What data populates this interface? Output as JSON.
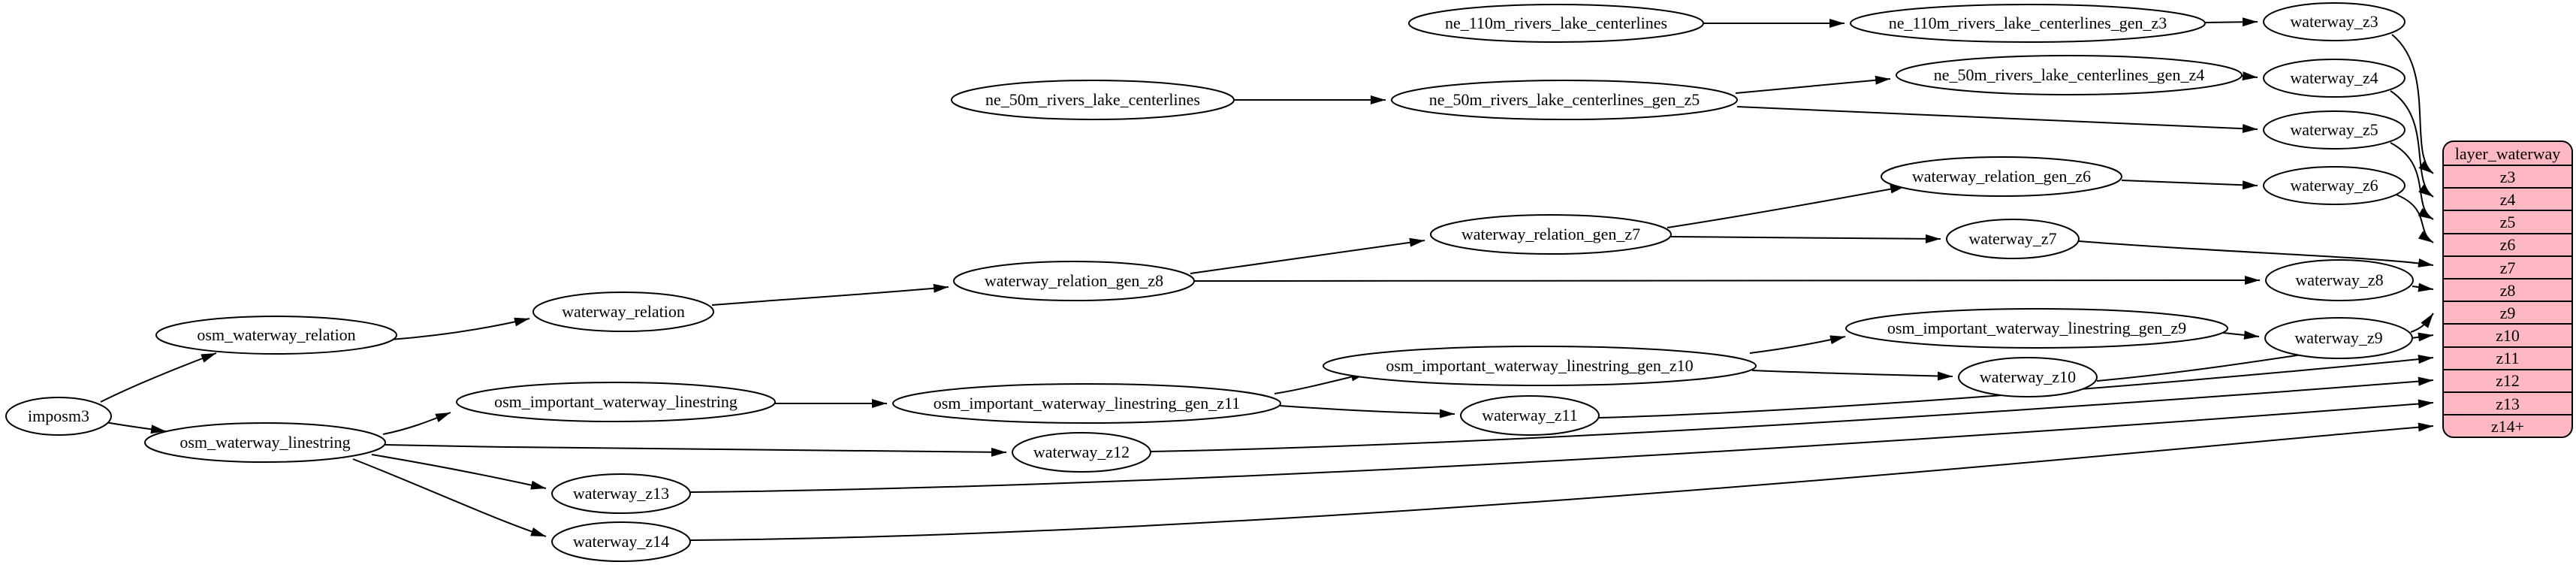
{
  "diagram": {
    "kind": "etl-dependency-graph",
    "background": "#ffffff"
  },
  "colors": {
    "node_fill": "#ffffff",
    "node_stroke": "#000000",
    "edge": "#000000",
    "table_fill": "#fdb8c4",
    "table_stroke": "#000000"
  },
  "nodes": {
    "imposm3": {
      "label": "imposm3"
    },
    "osm_waterway_relation": {
      "label": "osm_waterway_relation"
    },
    "osm_waterway_linestring": {
      "label": "osm_waterway_linestring"
    },
    "waterway_relation": {
      "label": "waterway_relation"
    },
    "osm_important_waterway_linestring": {
      "label": "osm_important_waterway_linestring"
    },
    "waterway_relation_gen_z8": {
      "label": "waterway_relation_gen_z8"
    },
    "waterway_relation_gen_z7": {
      "label": "waterway_relation_gen_z7"
    },
    "waterway_relation_gen_z6": {
      "label": "waterway_relation_gen_z6"
    },
    "osm_important_waterway_linestring_gen_z11": {
      "label": "osm_important_waterway_linestring_gen_z11"
    },
    "osm_important_waterway_linestring_gen_z10": {
      "label": "osm_important_waterway_linestring_gen_z10"
    },
    "osm_important_waterway_linestring_gen_z9": {
      "label": "osm_important_waterway_linestring_gen_z9"
    },
    "ne_110m_rivers_lake_centerlines": {
      "label": "ne_110m_rivers_lake_centerlines"
    },
    "ne_110m_rivers_lake_centerlines_gen_z3": {
      "label": "ne_110m_rivers_lake_centerlines_gen_z3"
    },
    "ne_50m_rivers_lake_centerlines": {
      "label": "ne_50m_rivers_lake_centerlines"
    },
    "ne_50m_rivers_lake_centerlines_gen_z5": {
      "label": "ne_50m_rivers_lake_centerlines_gen_z5"
    },
    "ne_50m_rivers_lake_centerlines_gen_z4": {
      "label": "ne_50m_rivers_lake_centerlines_gen_z4"
    },
    "waterway_z3": {
      "label": "waterway_z3"
    },
    "waterway_z4": {
      "label": "waterway_z4"
    },
    "waterway_z5": {
      "label": "waterway_z5"
    },
    "waterway_z6": {
      "label": "waterway_z6"
    },
    "waterway_z7": {
      "label": "waterway_z7"
    },
    "waterway_z8": {
      "label": "waterway_z8"
    },
    "waterway_z9": {
      "label": "waterway_z9"
    },
    "waterway_z10": {
      "label": "waterway_z10"
    },
    "waterway_z11": {
      "label": "waterway_z11"
    },
    "waterway_z12": {
      "label": "waterway_z12"
    },
    "waterway_z13": {
      "label": "waterway_z13"
    },
    "waterway_z14": {
      "label": "waterway_z14"
    }
  },
  "table": {
    "title": "layer_waterway",
    "rows": [
      "z3",
      "z4",
      "z5",
      "z6",
      "z7",
      "z8",
      "z9",
      "z10",
      "z11",
      "z12",
      "z13",
      "z14+"
    ]
  },
  "edges": [
    {
      "from": "imposm3",
      "to": "osm_waterway_relation"
    },
    {
      "from": "imposm3",
      "to": "osm_waterway_linestring"
    },
    {
      "from": "osm_waterway_relation",
      "to": "waterway_relation"
    },
    {
      "from": "waterway_relation",
      "to": "waterway_relation_gen_z8"
    },
    {
      "from": "waterway_relation_gen_z8",
      "to": "waterway_relation_gen_z7"
    },
    {
      "from": "waterway_relation_gen_z8",
      "to": "waterway_z8"
    },
    {
      "from": "waterway_relation_gen_z7",
      "to": "waterway_relation_gen_z6"
    },
    {
      "from": "waterway_relation_gen_z7",
      "to": "waterway_z7"
    },
    {
      "from": "waterway_relation_gen_z6",
      "to": "waterway_z6"
    },
    {
      "from": "osm_waterway_linestring",
      "to": "osm_important_waterway_linestring"
    },
    {
      "from": "osm_important_waterway_linestring",
      "to": "osm_important_waterway_linestring_gen_z11"
    },
    {
      "from": "osm_important_waterway_linestring_gen_z11",
      "to": "osm_important_waterway_linestring_gen_z10"
    },
    {
      "from": "osm_important_waterway_linestring_gen_z11",
      "to": "waterway_z11"
    },
    {
      "from": "osm_important_waterway_linestring_gen_z10",
      "to": "osm_important_waterway_linestring_gen_z9"
    },
    {
      "from": "osm_important_waterway_linestring_gen_z10",
      "to": "waterway_z10"
    },
    {
      "from": "osm_important_waterway_linestring_gen_z9",
      "to": "waterway_z9"
    },
    {
      "from": "osm_waterway_linestring",
      "to": "waterway_z12"
    },
    {
      "from": "osm_waterway_linestring",
      "to": "waterway_z13"
    },
    {
      "from": "osm_waterway_linestring",
      "to": "waterway_z14"
    },
    {
      "from": "ne_110m_rivers_lake_centerlines",
      "to": "ne_110m_rivers_lake_centerlines_gen_z3"
    },
    {
      "from": "ne_110m_rivers_lake_centerlines_gen_z3",
      "to": "waterway_z3"
    },
    {
      "from": "ne_50m_rivers_lake_centerlines",
      "to": "ne_50m_rivers_lake_centerlines_gen_z5"
    },
    {
      "from": "ne_50m_rivers_lake_centerlines_gen_z5",
      "to": "ne_50m_rivers_lake_centerlines_gen_z4"
    },
    {
      "from": "ne_50m_rivers_lake_centerlines_gen_z5",
      "to": "waterway_z5"
    },
    {
      "from": "ne_50m_rivers_lake_centerlines_gen_z4",
      "to": "waterway_z4"
    },
    {
      "from": "waterway_z3",
      "to": "layer_waterway.z3"
    },
    {
      "from": "waterway_z4",
      "to": "layer_waterway.z4"
    },
    {
      "from": "waterway_z5",
      "to": "layer_waterway.z5"
    },
    {
      "from": "waterway_z6",
      "to": "layer_waterway.z6"
    },
    {
      "from": "waterway_z7",
      "to": "layer_waterway.z7"
    },
    {
      "from": "waterway_z8",
      "to": "layer_waterway.z8"
    },
    {
      "from": "waterway_z9",
      "to": "layer_waterway.z9"
    },
    {
      "from": "waterway_z10",
      "to": "layer_waterway.z10"
    },
    {
      "from": "waterway_z11",
      "to": "layer_waterway.z11"
    },
    {
      "from": "waterway_z12",
      "to": "layer_waterway.z12"
    },
    {
      "from": "waterway_z13",
      "to": "layer_waterway.z13"
    },
    {
      "from": "waterway_z14",
      "to": "layer_waterway.z14+"
    }
  ]
}
